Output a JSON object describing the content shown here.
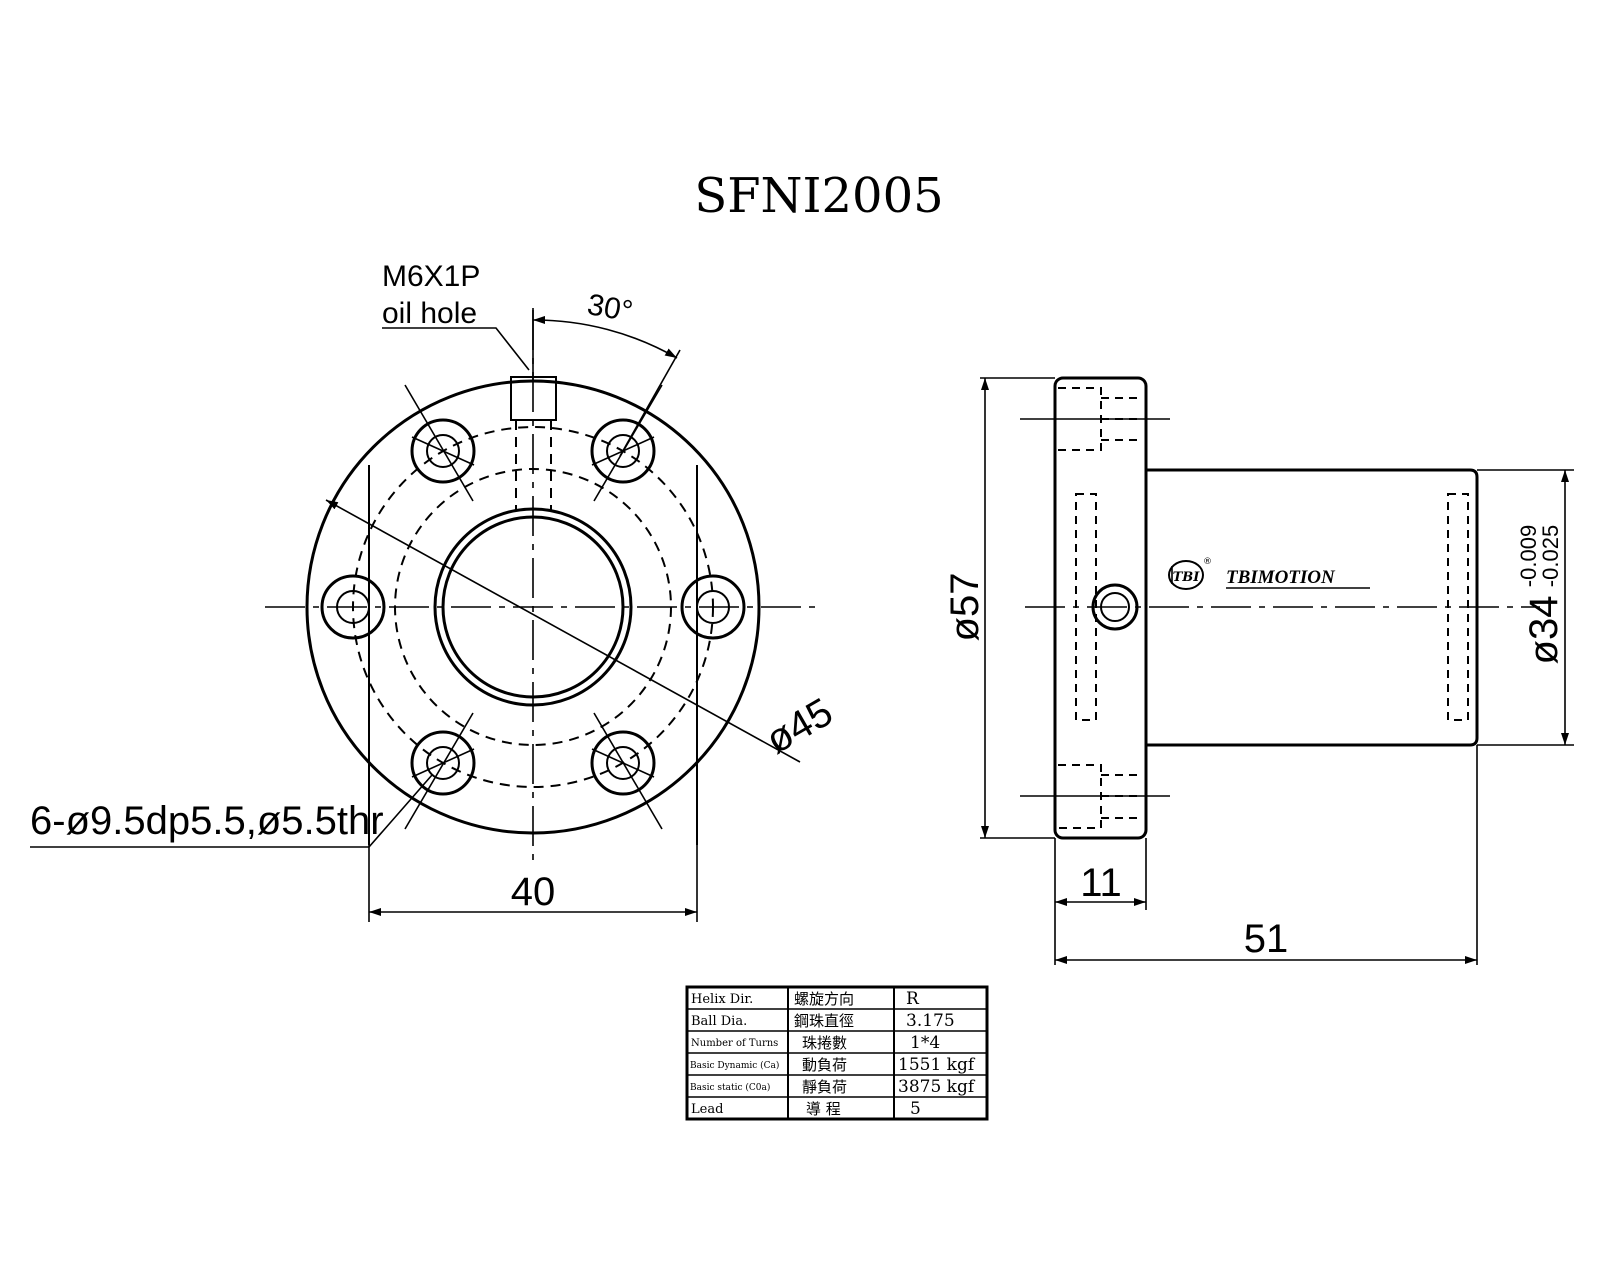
{
  "title": "SFNI2005",
  "labels": {
    "oil_hole_thread": "M6X1P",
    "oil_hole_text": "oil hole",
    "angle": "30°",
    "pcd": "ø45",
    "holes": "6-ø9.5dp5.5,ø5.5thr",
    "width_40": "40",
    "flange_dia": "ø57",
    "body_dia": "ø34",
    "tol_upper": "-0.009",
    "tol_lower": "-0.025",
    "flange_thk": "11",
    "length": "51"
  },
  "brand": {
    "logo_text": "TBI",
    "name": "TBIMOTION",
    "mark": "®"
  },
  "spec_table": [
    {
      "en": "Helix  Dir.",
      "zh": "螺旋方向",
      "val": "R"
    },
    {
      "en": "Ball Dia.",
      "zh": "鋼珠直徑",
      "val": "3.175"
    },
    {
      "en": "Number of Turns",
      "zh": "珠捲數",
      "val": "1*4"
    },
    {
      "en": "Basic Dynamic (Ca)",
      "zh": "動負荷",
      "val": "1551  kgf"
    },
    {
      "en": "Basic static (C0a)",
      "zh": "靜負荷",
      "val": "3875  kgf"
    },
    {
      "en": "Lead",
      "zh": "導  程",
      "val": "5"
    }
  ]
}
